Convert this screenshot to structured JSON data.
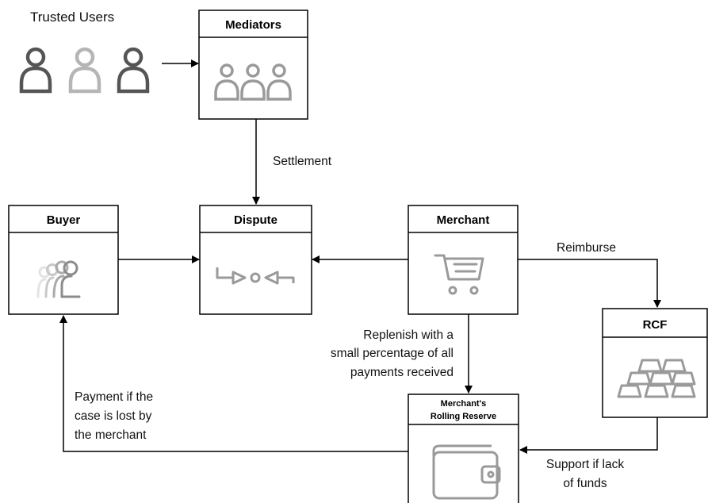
{
  "trusted_users": {
    "label": "Trusted Users"
  },
  "nodes": {
    "mediators": {
      "title": "Mediators",
      "icon": "users-group-icon"
    },
    "dispute": {
      "title": "Dispute",
      "icon": "dispute-exchange-icon"
    },
    "buyer": {
      "title": "Buyer",
      "icon": "buyer-people-icon"
    },
    "merchant": {
      "title": "Merchant",
      "icon": "shopping-cart-icon"
    },
    "rcf": {
      "title": "RCF",
      "icon": "gold-bars-icon"
    },
    "reserve": {
      "title_line1": "Merchant's",
      "title_line2": "Rolling Reserve",
      "icon": "wallet-icon"
    }
  },
  "edges": {
    "settlement": "Settlement",
    "reimburse": "Reimburse",
    "replenish": [
      "Replenish with a",
      "small percentage of all",
      "payments received"
    ],
    "payment_lost": [
      "Payment if the",
      "case is lost by",
      "the merchant"
    ],
    "support": [
      "Support if lack",
      "of funds"
    ]
  },
  "colors": {
    "stroke": "#000000",
    "icon_gray": "#9a9a9a",
    "icon_dark": "#555555"
  }
}
